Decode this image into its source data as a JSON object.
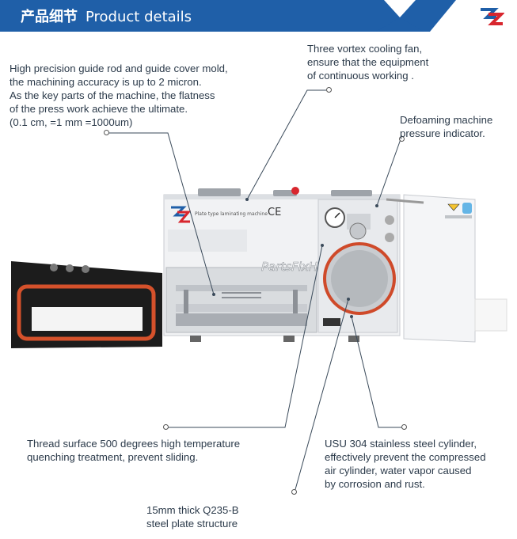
{
  "header": {
    "title_cn": "产品细节",
    "title_en": "Product details",
    "brand_color": "#1f5fa8",
    "accent_color": "#d8262e"
  },
  "machine": {
    "panel_label": "Plate type laminating machine",
    "ce_mark": "CE",
    "watermark": "PartsFixH"
  },
  "callouts": {
    "guide_rod": "High precision guide rod and guide cover mold,\n the machining accuracy is up to 2 micron.\nAs the key parts of the machine, the flatness\nof the press work achieve the ultimate.\n (0.1 cm, =1 mm =1000um)",
    "cooling_fan": "Three vortex cooling fan,\nensure that the equipment\nof continuous working .",
    "pressure_indicator": "Defoaming machine\npressure indicator.",
    "thread_surface": "Thread surface 500 degrees high temperature\nquenching treatment, prevent sliding.",
    "stainless_cylinder": "USU 304 stainless steel cylinder,\neffectively prevent the compressed\nair cylinder, water vapor caused\nby corrosion and rust.",
    "steel_plate": "15mm thick Q235-B\nsteel plate structure"
  }
}
